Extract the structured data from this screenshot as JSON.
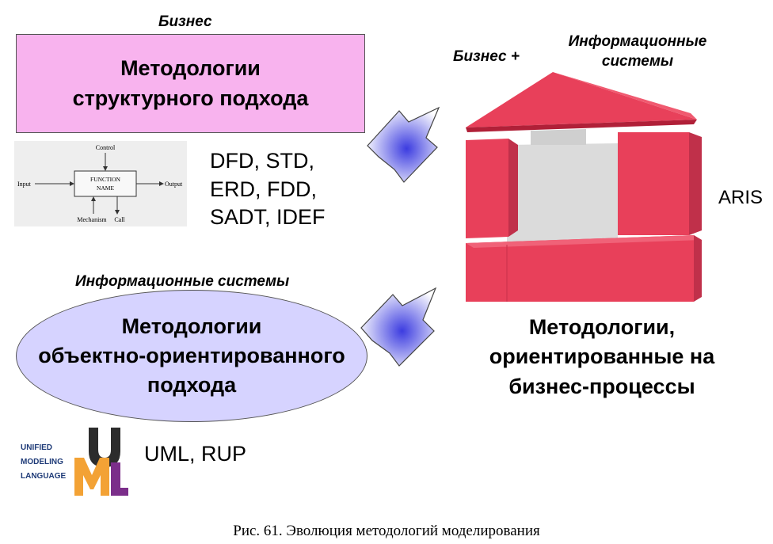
{
  "top_left": {
    "heading": "Бизнес",
    "box_lines": [
      "Методологии",
      "структурного подхода"
    ],
    "notations": [
      "DFD, STD,",
      "ERD, FDD,",
      "SADT, IDEF"
    ]
  },
  "function_diagram": {
    "control": "Control",
    "input": "Input",
    "output": "Output",
    "function_lines": [
      "FUNCTION",
      "NAME"
    ],
    "mechanism": "Mechanism",
    "call": "Call"
  },
  "bottom_left": {
    "heading": "Информационные системы",
    "ellipse_lines": [
      "Методологии",
      "объектно-ориентированного",
      "подхода"
    ],
    "notations": "UML, RUP",
    "uml_logo_text": [
      "UNIFIED",
      "MODELING",
      "LANGUAGE"
    ]
  },
  "right": {
    "heading_left": "Бизнес +",
    "heading_right_lines": [
      "Информационные",
      "системы"
    ],
    "side_label": "ARIS",
    "result_lines": [
      "Методологии,",
      "ориентированные на",
      "бизнес-процессы"
    ]
  },
  "caption": "Рис. 61. Эволюция методологий моделирования",
  "colors": {
    "pink_box": "#f8b3ee",
    "ellipse": "#d6d3ff",
    "house_red": "#e8405a",
    "house_core": "#d9d9d9",
    "arrow_blue": "#3c3ce0"
  }
}
